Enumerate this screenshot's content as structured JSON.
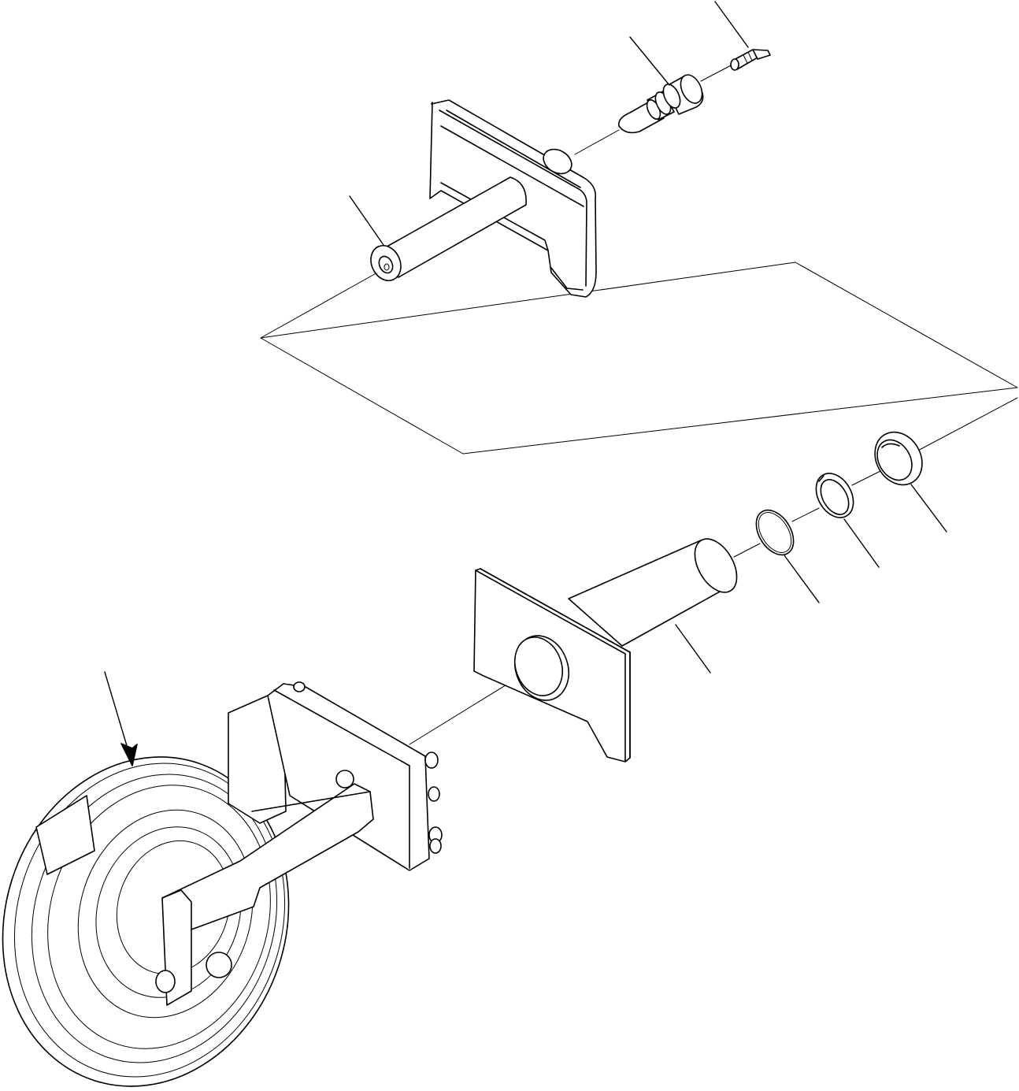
{
  "diagram": {
    "style": "exploded-isometric-line-drawing",
    "background": "#ffffff",
    "stroke_color": "#000000",
    "parts": [
      {
        "id": "grease-fitting"
      },
      {
        "id": "cylinder-valve"
      },
      {
        "id": "upper-shaft-bracket"
      },
      {
        "id": "lower-shaft-bracket"
      },
      {
        "id": "o-ring"
      },
      {
        "id": "snap-ring"
      },
      {
        "id": "bushing-collar"
      },
      {
        "id": "idler-assembly"
      }
    ]
  }
}
